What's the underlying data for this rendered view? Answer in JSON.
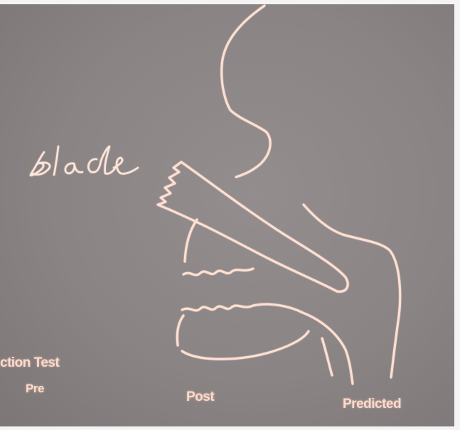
{
  "annotation": {
    "handwritten": "Blade"
  },
  "labels": {
    "test": "ction Test",
    "pre": "Pre",
    "post": "Post",
    "predicted": "Predicted"
  },
  "colors": {
    "background": "#8a8485",
    "line": "#ffe0d2"
  }
}
